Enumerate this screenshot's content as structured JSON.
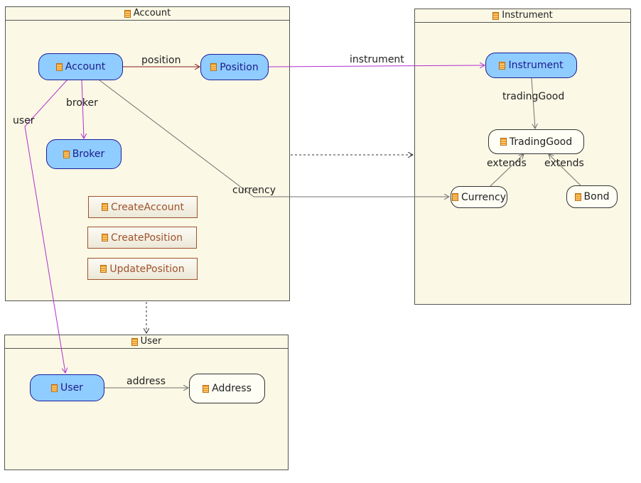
{
  "packages": {
    "account": {
      "title": "Account"
    },
    "instrument": {
      "title": "Instrument"
    },
    "user": {
      "title": "User"
    }
  },
  "nodes": {
    "account": "Account",
    "position": "Position",
    "broker": "Broker",
    "create_account": "CreateAccount",
    "create_position": "CreatePosition",
    "update_position": "UpdatePosition",
    "instrument": "Instrument",
    "trading_good": "TradingGood",
    "currency": "Currency",
    "bond": "Bond",
    "user": "User",
    "address": "Address"
  },
  "edges": {
    "position": "position",
    "broker": "broker",
    "user": "user",
    "currency": "currency",
    "instrument": "instrument",
    "trading_good": "tradingGood",
    "extends_currency": "extends",
    "extends_bond": "extends",
    "address": "address"
  },
  "colors": {
    "package_bg": "#fbf8e5",
    "entity_blue": "#8fccff",
    "entity_text": "#1c1c8c",
    "command_text": "#a0522d",
    "edge_purple": "#b030d0",
    "edge_darkred": "#8b1a1a",
    "edge_gray": "#707070"
  },
  "icons": {
    "element": "table-icon"
  }
}
